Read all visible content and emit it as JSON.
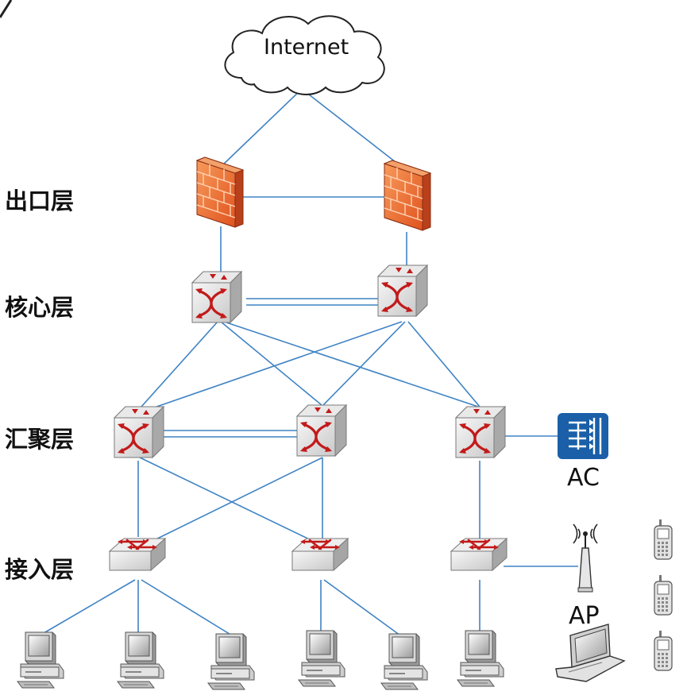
{
  "cloud": {
    "label": "Internet"
  },
  "layers": [
    {
      "id": "egress",
      "label": "出口层"
    },
    {
      "id": "core",
      "label": "核心层"
    },
    {
      "id": "aggregation",
      "label": "汇聚层"
    },
    {
      "id": "access",
      "label": "接入层"
    }
  ],
  "nodes": {
    "ac_label": "AC",
    "ap_label": "AP"
  },
  "colors": {
    "link": "#3f83c4",
    "firewall": "#f07838",
    "switch": "#d9d9d9",
    "arrow": "#cc1e1e",
    "ac": "#1a5fa8"
  }
}
